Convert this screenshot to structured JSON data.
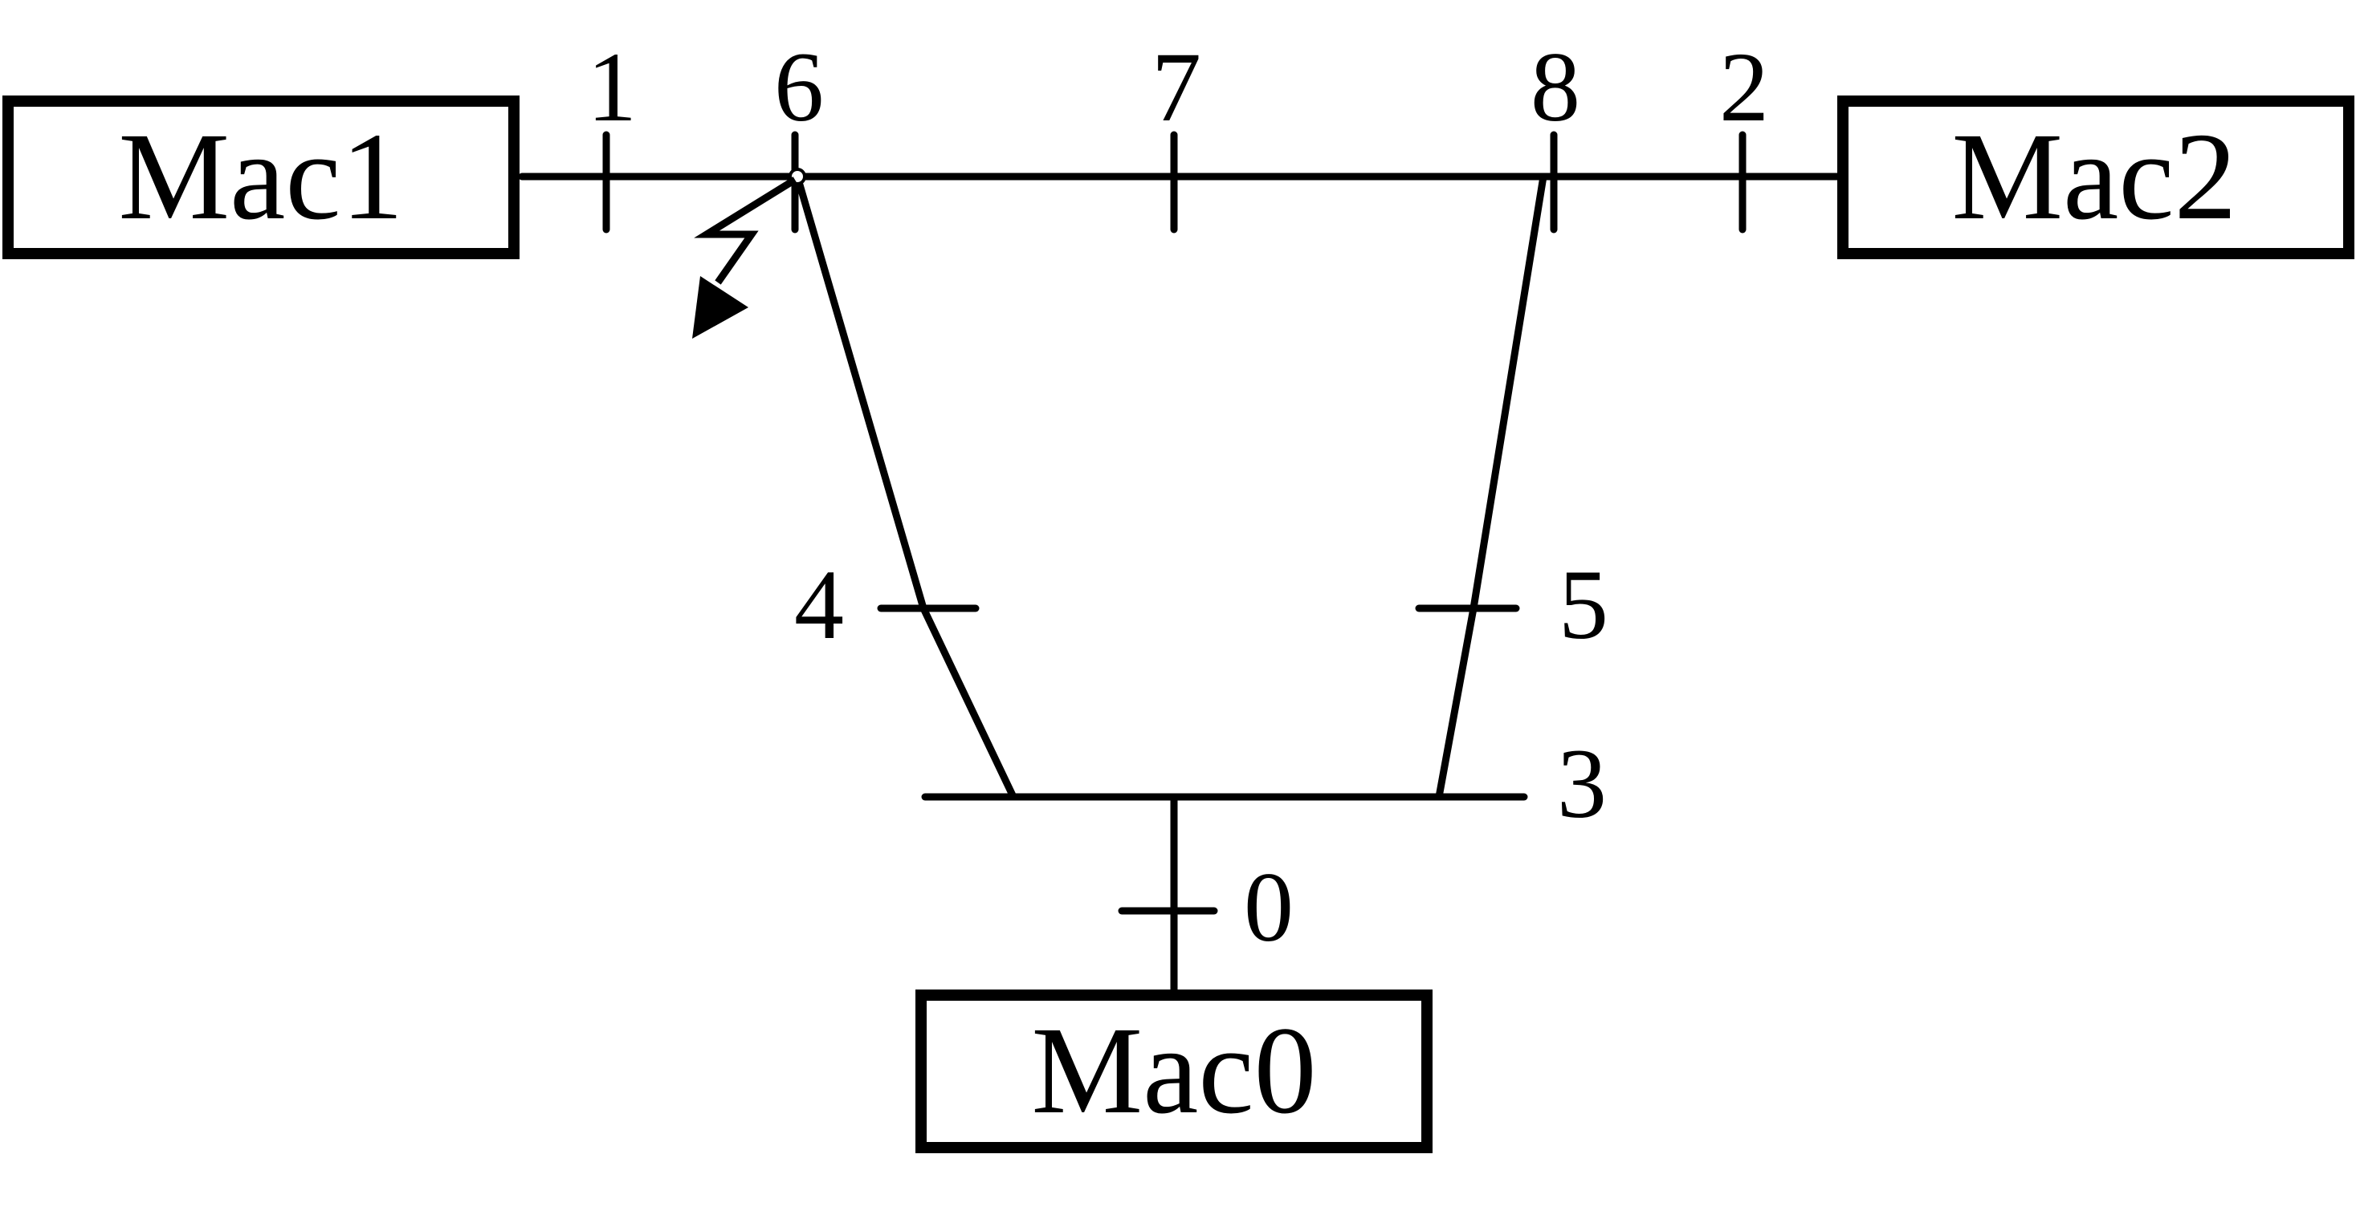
{
  "machines": {
    "mac1": "Mac1",
    "mac2": "Mac2",
    "mac0": "Mac0"
  },
  "buses": {
    "n0": "0",
    "n1": "1",
    "n2": "2",
    "n3": "3",
    "n4": "4",
    "n5": "5",
    "n6": "6",
    "n7": "7",
    "n8": "8"
  },
  "fault_marker": "lightning-arrow-icon",
  "colors": {
    "stroke": "#000000",
    "background": "#ffffff"
  }
}
